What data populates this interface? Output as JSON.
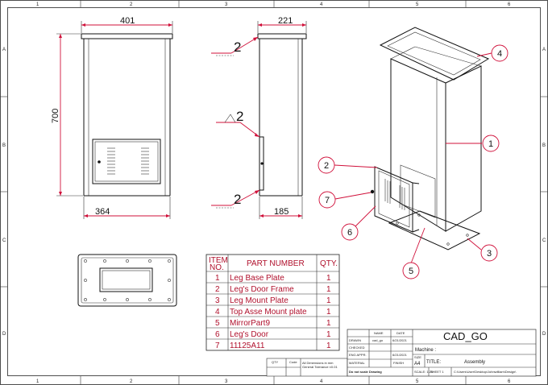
{
  "sheet": {
    "col_labels": [
      "1",
      "2",
      "3",
      "4",
      "5",
      "6"
    ],
    "row_labels": [
      "A",
      "B",
      "C",
      "D"
    ]
  },
  "dimensions": {
    "front_width": "401",
    "front_height": "700",
    "front_inner_width": "364",
    "side_width": "221",
    "side_depth": "185"
  },
  "weld_symbol_value": "2",
  "balloons": [
    "1",
    "2",
    "3",
    "4",
    "5",
    "6",
    "7"
  ],
  "bom": {
    "headers": [
      "ITEM NO.",
      "PART NUMBER",
      "QTY."
    ],
    "header_item_line1": "ITEM",
    "header_item_line2": "NO.",
    "rows": [
      {
        "item": "1",
        "part": "Leg Base Plate",
        "qty": "1"
      },
      {
        "item": "2",
        "part": "Leg's Door Frame",
        "qty": "1"
      },
      {
        "item": "3",
        "part": "Leg Mount Plate",
        "qty": "1"
      },
      {
        "item": "4",
        "part": "Top Asse Mount plate",
        "qty": "1"
      },
      {
        "item": "5",
        "part": "MirrorPart9",
        "qty": "1"
      },
      {
        "item": "6",
        "part": "Leg's Door",
        "qty": "1"
      },
      {
        "item": "7",
        "part": "11125A11",
        "qty": "1"
      }
    ]
  },
  "title_block": {
    "company": "CAD_GO",
    "machine_label": "Machine :",
    "title_label": "TITLE:",
    "title_value": "Assembly",
    "drawn_label": "DRAWN",
    "drawn_by": "cad_go",
    "drawn_date": "6/21/2021",
    "checked_label": "CHECKED",
    "eng_appr_label": "ENG APPR.",
    "eng_appr_date": "6/21/2021",
    "name_label": "NAME",
    "date_label": "DATE",
    "size_label": "SIZE",
    "size_value": "A4",
    "scale_label": "SCALE: 1:20",
    "sheet_label": "SHEET 1",
    "file_path": "C:\\Users\\User\\Desktop\\Johnwilliam\\Design\\",
    "material_label": "MATERIAL",
    "finish_label": "FINISH",
    "do_not_scale": "Do not scale Drawing",
    "general_note_1": "All Dimensions in mm",
    "general_note_2": "General Tolerance ±0.01",
    "qty_label": "QTY",
    "code_label": "Code"
  }
}
